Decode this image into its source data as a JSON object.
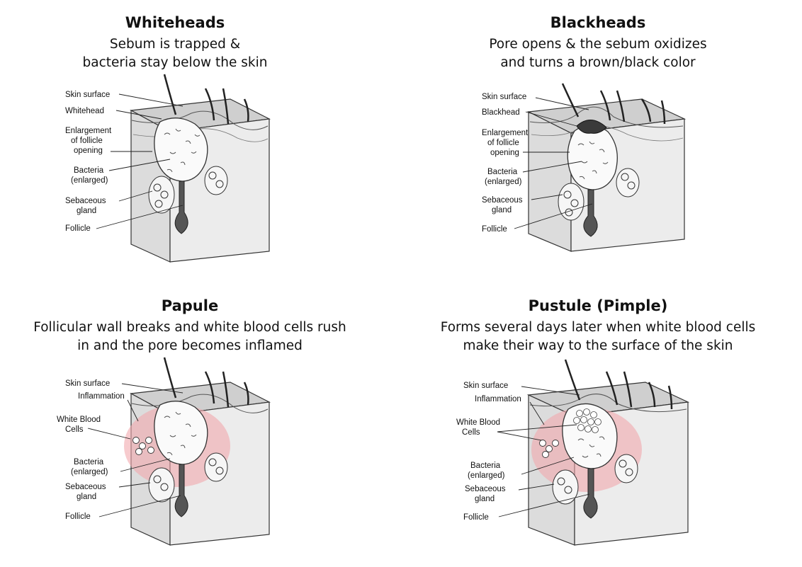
{
  "panels": [
    {
      "title": "Whiteheads",
      "subtitle": [
        "Sebum is trapped &",
        "bacteria stay below the skin"
      ],
      "labels": {
        "skin_surface": "Skin surface",
        "whitehead": "Whitehead",
        "enlargement": [
          "Enlargement",
          "of follicle",
          "opening"
        ],
        "bacteria": [
          "Bacteria",
          "(enlarged)"
        ],
        "sebaceous": [
          "Sebaceous",
          "gland"
        ],
        "follicle": "Follicle"
      }
    },
    {
      "title": "Blackheads",
      "subtitle": [
        "Pore opens & the sebum oxidizes",
        "and turns a brown/black color"
      ],
      "labels": {
        "skin_surface": "Skin surface",
        "blackhead": "Blackhead",
        "enlargement": [
          "Enlargement",
          "of follicle",
          "opening"
        ],
        "bacteria": [
          "Bacteria",
          "(enlarged)"
        ],
        "sebaceous": [
          "Sebaceous",
          "gland"
        ],
        "follicle": "Follicle"
      }
    },
    {
      "title": "Papule",
      "subtitle": [
        "Follicular wall breaks and white blood cells rush",
        "in and the pore becomes inflamed"
      ],
      "labels": {
        "skin_surface": "Skin surface",
        "inflammation": "Inflammation",
        "wbc": [
          "White Blood",
          "Cells"
        ],
        "bacteria": [
          "Bacteria",
          "(enlarged)"
        ],
        "sebaceous": [
          "Sebaceous",
          "gland"
        ],
        "follicle": "Follicle"
      }
    },
    {
      "title": "Pustule (Pimple)",
      "subtitle": [
        "Forms several days later when white blood cells",
        "make their way to the surface of the skin"
      ],
      "labels": {
        "skin_surface": "Skin surface",
        "inflammation": "Inflammation",
        "wbc": [
          "White Blood",
          "Cells"
        ],
        "bacteria": [
          "Bacteria",
          "(enlarged)"
        ],
        "sebaceous": [
          "Sebaceous",
          "gland"
        ],
        "follicle": "Follicle"
      }
    }
  ],
  "colors": {
    "skin_face": "#e9e9e9",
    "skin_top": "#c9c9c9",
    "outline": "#333333",
    "inflammation": "#f2a9ad",
    "blackhead_plug": "#3a3a3a"
  }
}
